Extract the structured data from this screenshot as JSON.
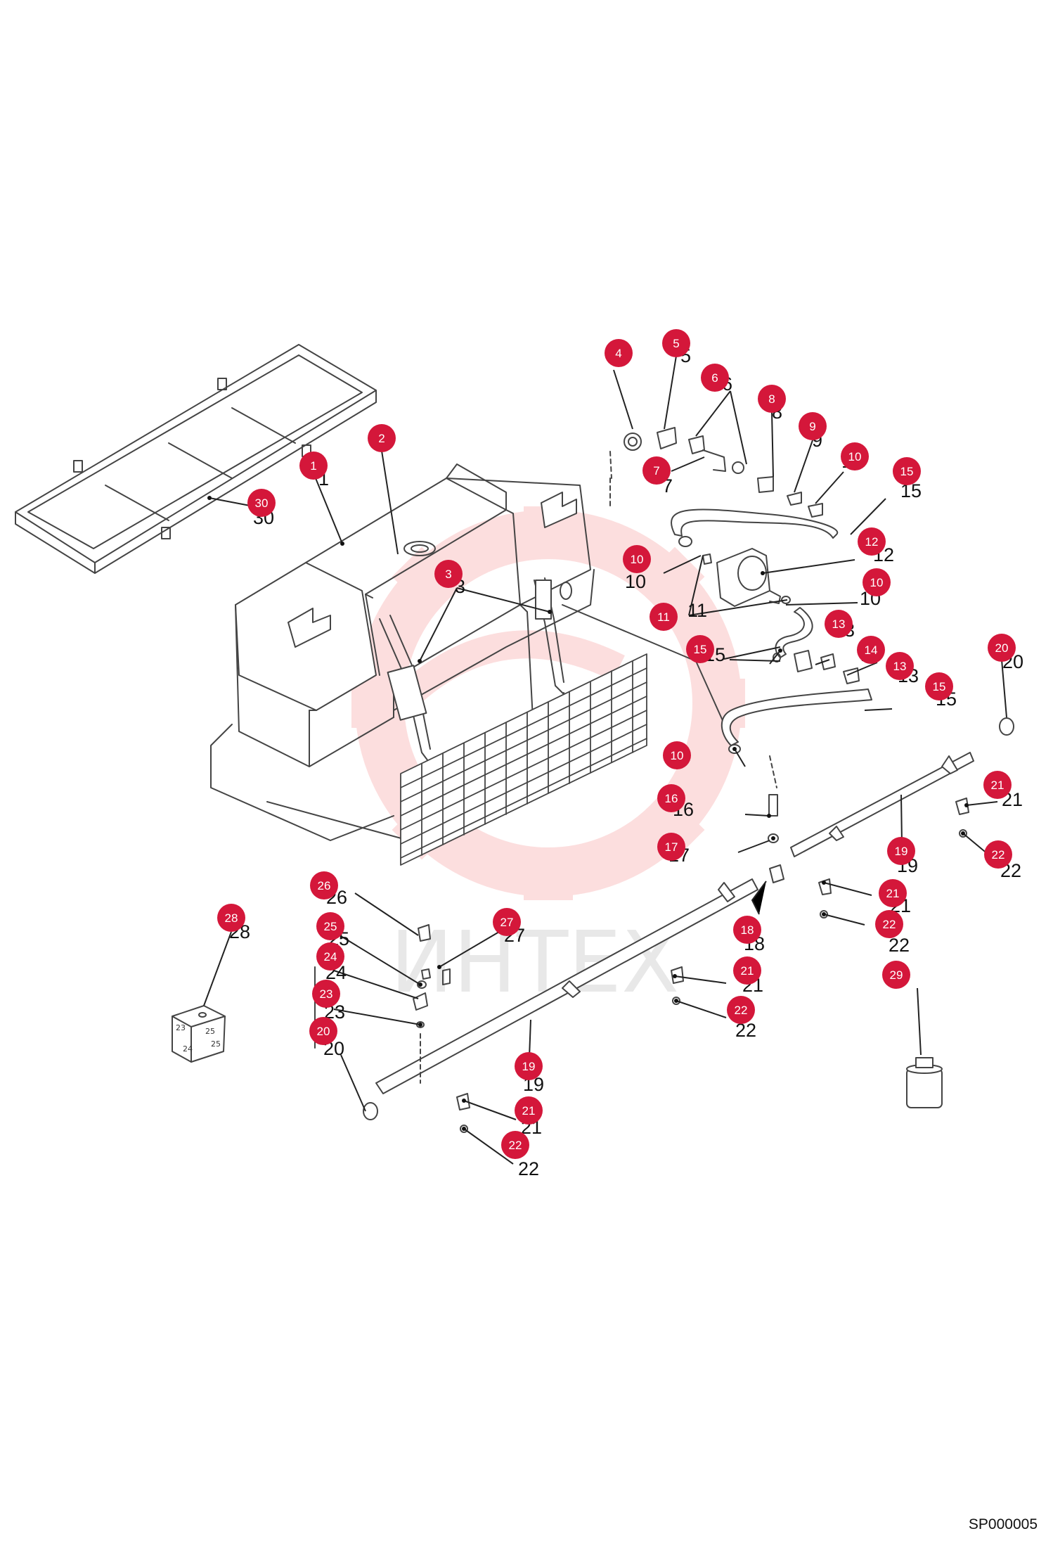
{
  "watermark": {
    "text": "ИНТЕХ",
    "color": "#f26b6b"
  },
  "callout_color": "#d4173a",
  "callouts": [
    {
      "n": "1"
    },
    {
      "n": "2"
    },
    {
      "n": "3"
    },
    {
      "n": "4"
    },
    {
      "n": "5"
    },
    {
      "n": "6"
    },
    {
      "n": "7"
    },
    {
      "n": "8"
    },
    {
      "n": "9"
    },
    {
      "n": "10"
    },
    {
      "n": "15"
    },
    {
      "n": "10"
    },
    {
      "n": "12"
    },
    {
      "n": "10"
    },
    {
      "n": "11"
    },
    {
      "n": "13"
    },
    {
      "n": "15"
    },
    {
      "n": "14"
    },
    {
      "n": "13"
    },
    {
      "n": "15"
    },
    {
      "n": "20"
    },
    {
      "n": "10"
    },
    {
      "n": "16"
    },
    {
      "n": "21"
    },
    {
      "n": "17"
    },
    {
      "n": "19"
    },
    {
      "n": "22"
    },
    {
      "n": "26"
    },
    {
      "n": "21"
    },
    {
      "n": "28"
    },
    {
      "n": "27"
    },
    {
      "n": "25"
    },
    {
      "n": "18"
    },
    {
      "n": "22"
    },
    {
      "n": "24"
    },
    {
      "n": "21"
    },
    {
      "n": "29"
    },
    {
      "n": "23"
    },
    {
      "n": "22"
    },
    {
      "n": "20"
    },
    {
      "n": "19"
    },
    {
      "n": "21"
    },
    {
      "n": "22"
    },
    {
      "n": "30"
    }
  ],
  "part_labels": [
    {
      "n": "1"
    },
    {
      "n": "30"
    },
    {
      "n": "3"
    },
    {
      "n": "5"
    },
    {
      "n": "6"
    },
    {
      "n": "7"
    },
    {
      "n": "8"
    },
    {
      "n": "9"
    },
    {
      "n": "10"
    },
    {
      "n": "15"
    },
    {
      "n": "12"
    },
    {
      "n": "10"
    },
    {
      "n": "10"
    },
    {
      "n": "11"
    },
    {
      "n": "13"
    },
    {
      "n": "15"
    },
    {
      "n": "14"
    },
    {
      "n": "13"
    },
    {
      "n": "15"
    },
    {
      "n": "20"
    },
    {
      "n": "10"
    },
    {
      "n": "16"
    },
    {
      "n": "21"
    },
    {
      "n": "17"
    },
    {
      "n": "19"
    },
    {
      "n": "22"
    },
    {
      "n": "26"
    },
    {
      "n": "21"
    },
    {
      "n": "28"
    },
    {
      "n": "27"
    },
    {
      "n": "25"
    },
    {
      "n": "18"
    },
    {
      "n": "22"
    },
    {
      "n": "24"
    },
    {
      "n": "21"
    },
    {
      "n": "23"
    },
    {
      "n": "22"
    },
    {
      "n": "20"
    },
    {
      "n": "19"
    },
    {
      "n": "21"
    },
    {
      "n": "22"
    }
  ],
  "box_labels": [
    "23",
    "25",
    "24",
    "25"
  ],
  "drawing_code": "SP000005"
}
